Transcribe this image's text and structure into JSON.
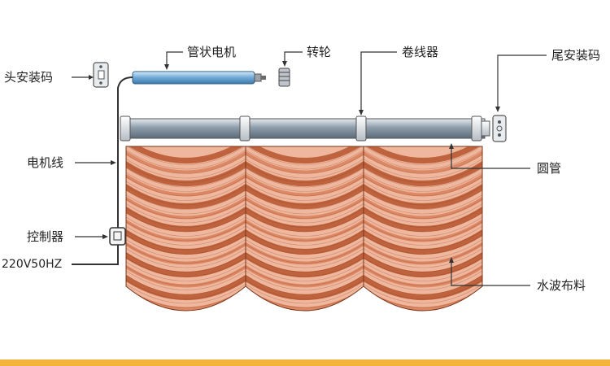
{
  "labels": {
    "head_mount": "头安装码",
    "tube_motor": "管状电机",
    "wheel": "转轮",
    "winder": "卷线器",
    "tail_mount": "尾安装码",
    "motor_wire": "电机线",
    "round_tube": "圆管",
    "controller": "控制器",
    "power": "220V50HZ",
    "fabric": "水波布料"
  },
  "colors": {
    "fabric_dark": "#b5552c",
    "fabric_light": "#efb79e",
    "tube": "#8e9dab",
    "motor": "#6fa8d6",
    "line": "#333333",
    "bottom_strip": "#f2b53a"
  },
  "icons": {
    "head_mount": "head-mount-bracket-icon",
    "wheel": "drive-wheel-icon",
    "tail_mount": "tail-mount-bracket-icon",
    "controller": "controller-box-icon"
  }
}
